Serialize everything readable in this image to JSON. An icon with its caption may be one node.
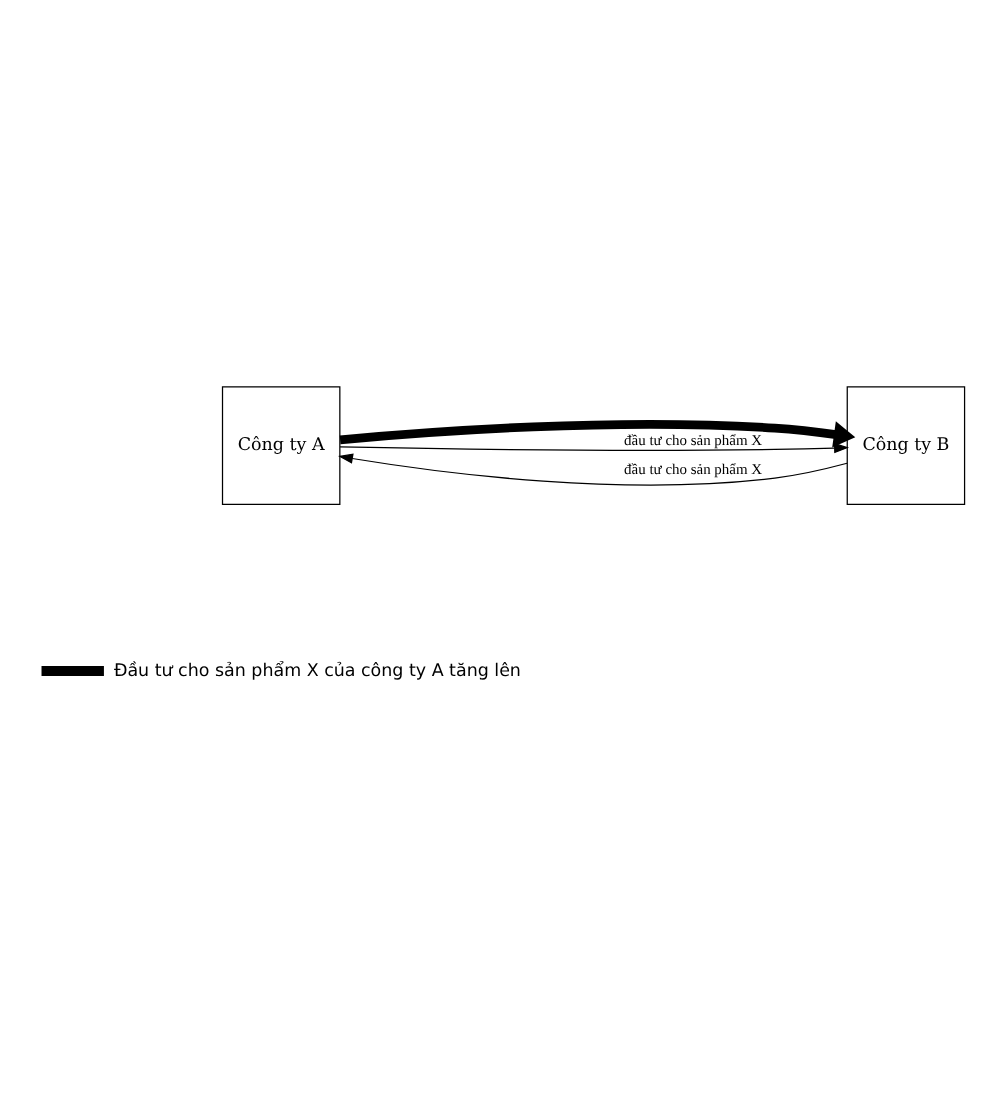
{
  "diagram": {
    "nodes": [
      {
        "text": [
          "Công ty A"
        ]
      },
      {
        "text": [
          "Công ty B"
        ]
      }
    ],
    "edges": [
      {
        "from": 0,
        "to": 1,
        "arrow": "to",
        "style": "thick"
      },
      {
        "from": 0,
        "to": 1,
        "arrow": "to",
        "label": "đầu tư cho sản phẩm X"
      },
      {
        "from": 1,
        "to": 0,
        "arrow": "to",
        "label": "đầu tư cho sản phẩm X"
      }
    ],
    "legend": [
      {
        "text": "Đầu tư cho sản phẩm X của công ty A tăng lên"
      }
    ]
  }
}
